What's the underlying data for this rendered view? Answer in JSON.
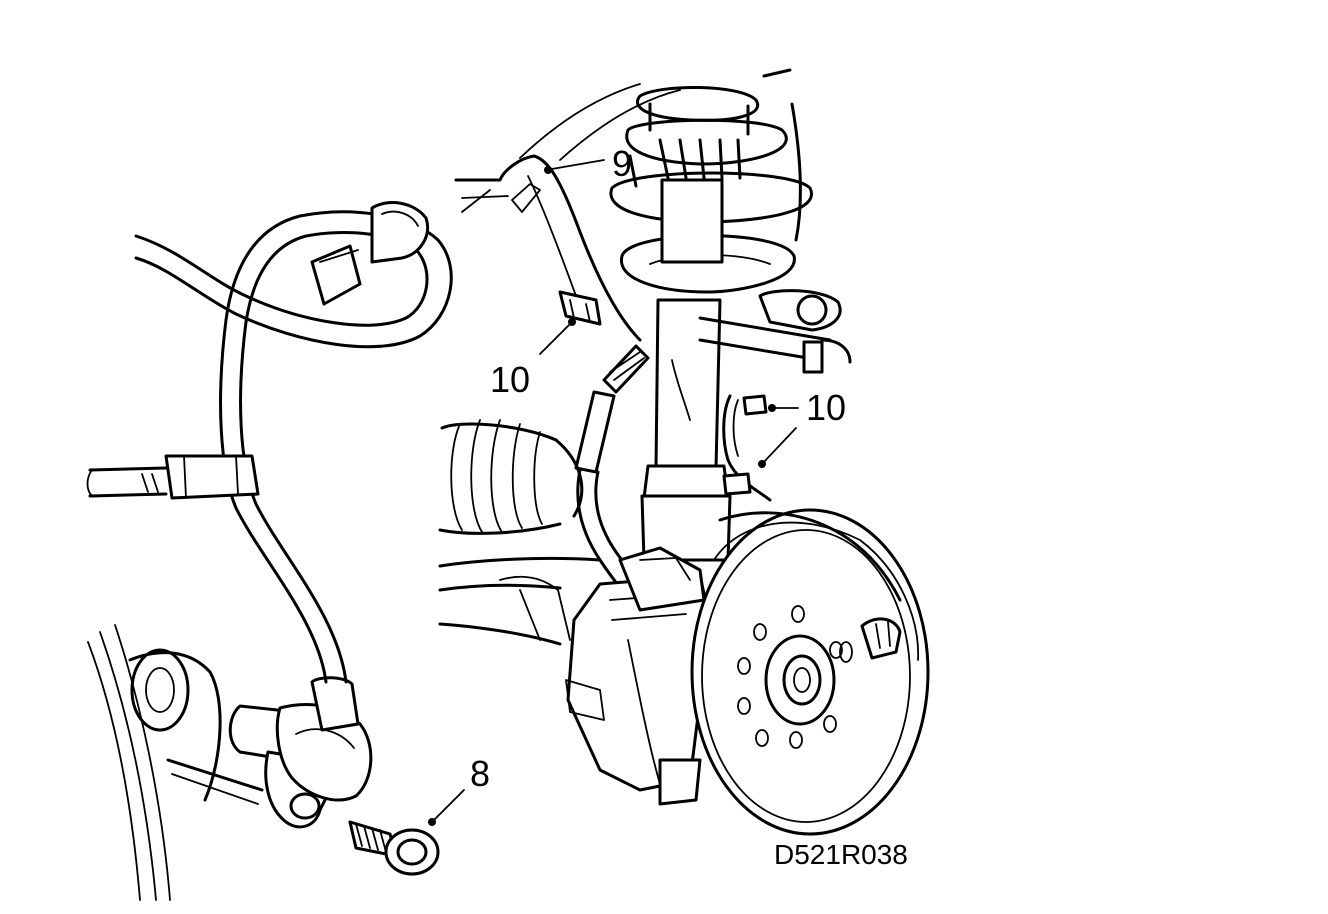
{
  "callouts": {
    "c8": "8",
    "c9": "9",
    "c10a": "10",
    "c10b": "10"
  },
  "figure_code": "D521R038"
}
